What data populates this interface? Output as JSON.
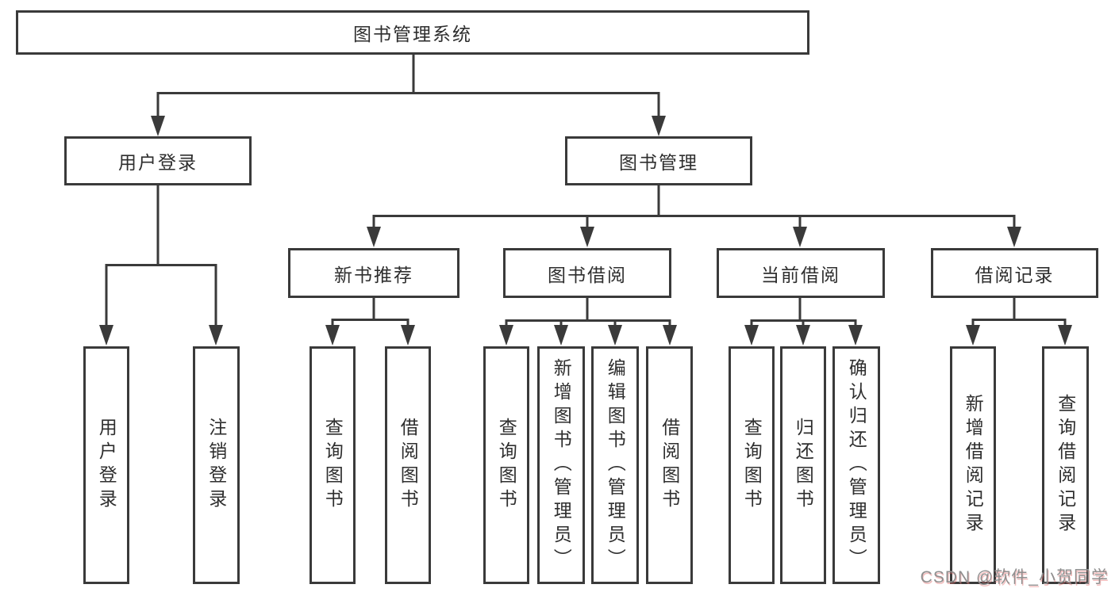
{
  "tree": {
    "label": "图书管理系统",
    "children": [
      {
        "label": "用户登录",
        "children": [
          {
            "label": "用户登录"
          },
          {
            "label": "注销登录"
          }
        ]
      },
      {
        "label": "图书管理",
        "children": [
          {
            "label": "新书推荐",
            "children": [
              {
                "label": "查询图书"
              },
              {
                "label": "借阅图书"
              }
            ]
          },
          {
            "label": "图书借阅",
            "children": [
              {
                "label": "查询图书"
              },
              {
                "label": "新增图书（管理员）"
              },
              {
                "label": "编辑图书（管理员）"
              },
              {
                "label": "借阅图书"
              }
            ]
          },
          {
            "label": "当前借阅",
            "children": [
              {
                "label": "查询图书"
              },
              {
                "label": "归还图书"
              },
              {
                "label": "确认归还（管理员）"
              }
            ]
          },
          {
            "label": "借阅记录",
            "children": [
              {
                "label": "新增借阅记录"
              },
              {
                "label": "查询借阅记录"
              }
            ]
          }
        ]
      }
    ]
  },
  "watermark": {
    "text": "CSDN @软件_小贺同学"
  },
  "colors": {
    "line": "#3a3a3a",
    "box_border": "#3a3a3a",
    "text": "#2e2e2e",
    "background": "#ffffff",
    "watermark_text": "#8f8f8f",
    "watermark_shadow": "#e26e6e"
  }
}
